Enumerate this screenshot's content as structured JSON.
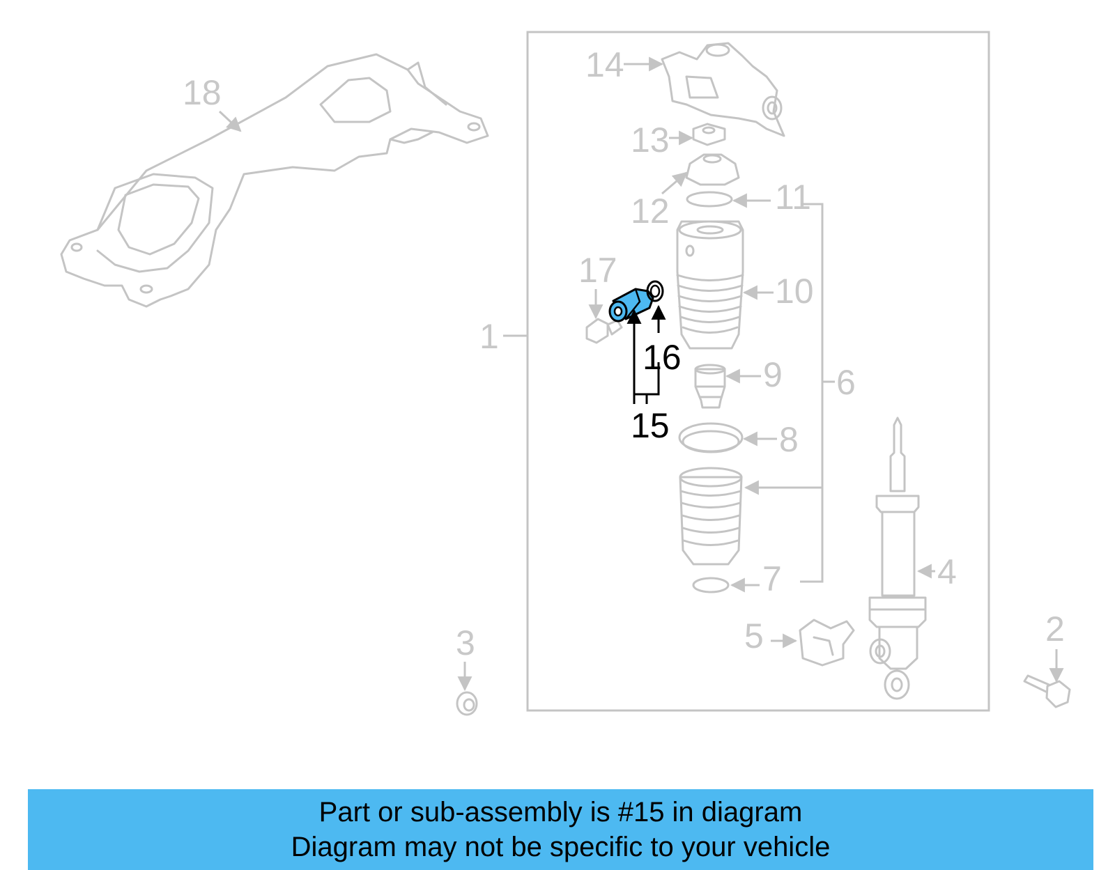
{
  "callouts": {
    "c1": "1",
    "c2": "2",
    "c3": "3",
    "c4": "4",
    "c5": "5",
    "c6": "6",
    "c7": "7",
    "c8": "8",
    "c9": "9",
    "c10": "10",
    "c11": "11",
    "c12": "12",
    "c13": "13",
    "c14": "14",
    "c15": "15",
    "c16": "16",
    "c17": "17",
    "c18": "18"
  },
  "highlight": {
    "part": "15",
    "color": "#4db9f1"
  },
  "colors": {
    "banner_bg": "#4db9f1",
    "line_gray": "#c4c4c4",
    "text_gray": "#c8c8c8"
  },
  "banner": {
    "line1": "Part or sub-assembly is #15 in diagram",
    "line2": "Diagram may not be specific to your vehicle"
  }
}
